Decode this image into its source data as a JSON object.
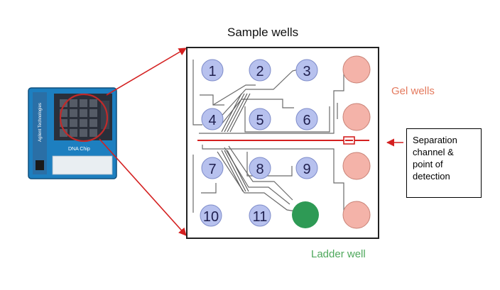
{
  "labels": {
    "sample_wells": "Sample  wells",
    "gel_wells": "Gel wells",
    "ladder_well": "Ladder well",
    "callout": "Separation channel & point of detection"
  },
  "sample_well_numbers": [
    "1",
    "2",
    "3",
    "4",
    "5",
    "6",
    "7",
    "8",
    "9",
    "10",
    "11"
  ],
  "chip": {
    "brand": "Agilent Technologies",
    "name": "DNA Chip"
  },
  "colors": {
    "sample_well": "#b7c1ee",
    "gel_well": "#f4b3a9",
    "ladder_well": "#2e9a55",
    "gel_label": "#e47a5e",
    "ladder_label": "#4ea85c",
    "arrow": "#d42020",
    "chip_blue": "#1d7fc0"
  }
}
